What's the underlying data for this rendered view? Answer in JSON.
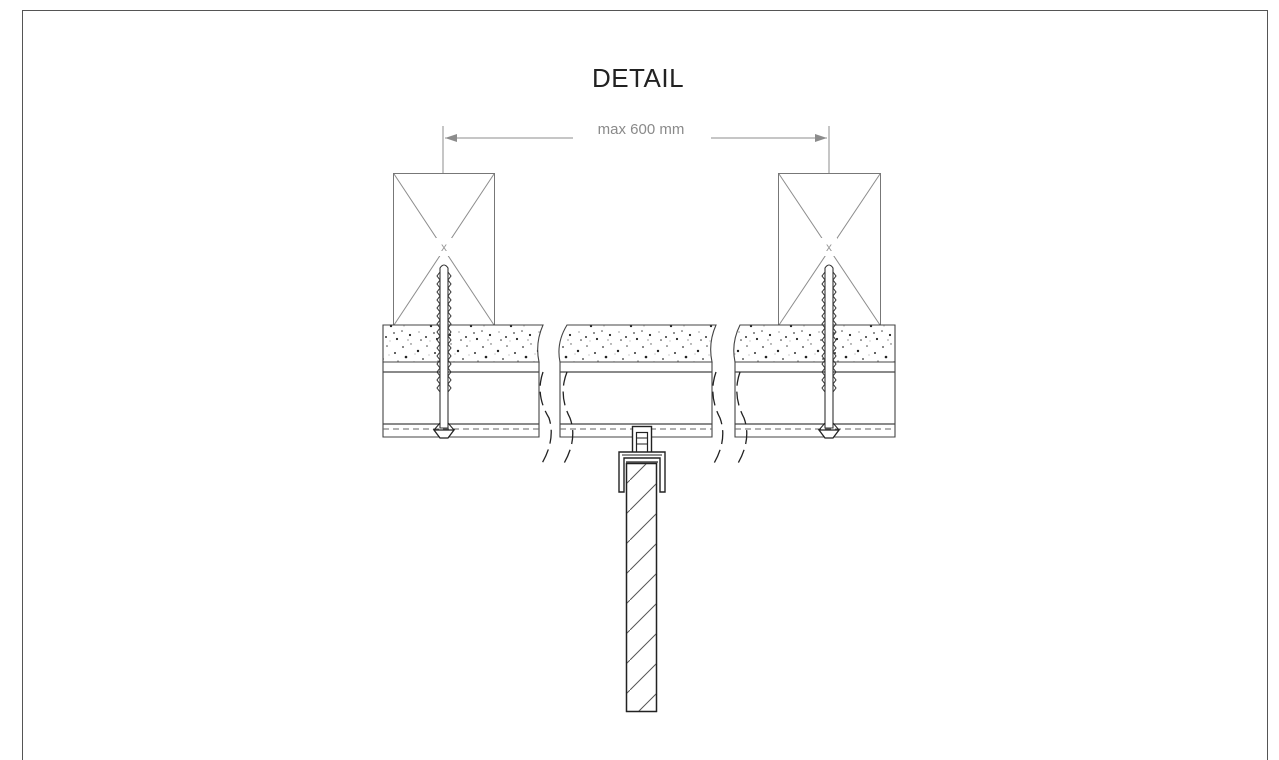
{
  "title": "DETAIL",
  "dimension": {
    "label": "max 600 mm"
  },
  "beam_marks": [
    "x",
    "x"
  ]
}
